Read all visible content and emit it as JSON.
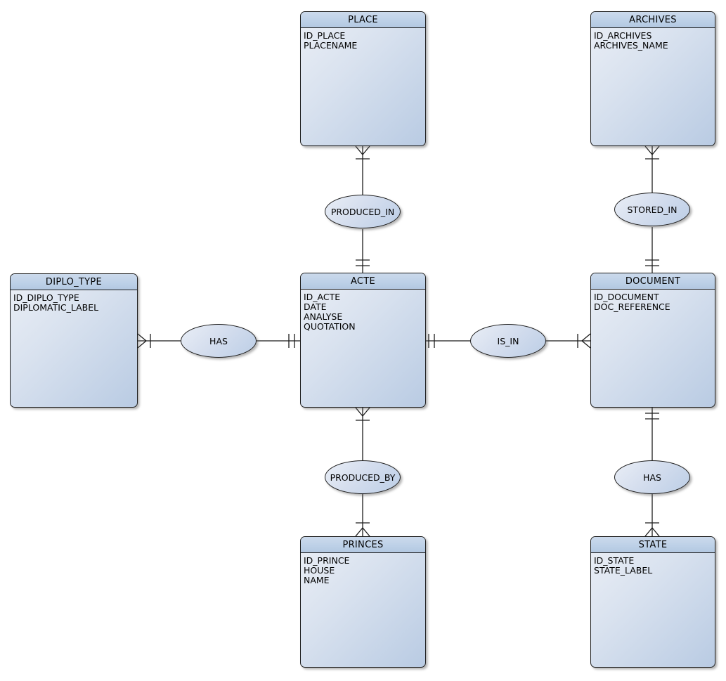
{
  "diagram": {
    "type": "entity-relationship",
    "background_color": "#ffffff",
    "colors": {
      "entity_header": "#bcd0e7",
      "entity_body_light": "#ebeff6",
      "entity_body_dark": "#b9cbe3",
      "shape_border": "#1c1c1c",
      "connector_line": "#1c1c1c",
      "text": "#000000"
    },
    "entities": [
      {
        "name": "PLACE",
        "attributes": [
          "ID_PLACE",
          "PLACENAME"
        ]
      },
      {
        "name": "ARCHIVES",
        "attributes": [
          "ID_ARCHIVES",
          "ARCHIVES_NAME"
        ]
      },
      {
        "name": "DIPLO_TYPE",
        "attributes": [
          "ID_DIPLO_TYPE",
          "DIPLOMATIC_LABEL"
        ]
      },
      {
        "name": "ACTE",
        "attributes": [
          "ID_ACTE",
          "DATE",
          "ANALYSE",
          "QUOTATION"
        ]
      },
      {
        "name": "DOCUMENT",
        "attributes": [
          "ID_DOCUMENT",
          "DOC_REFERENCE"
        ]
      },
      {
        "name": "PRINCES",
        "attributes": [
          "ID_PRINCE",
          "HOUSE",
          "NAME"
        ]
      },
      {
        "name": "STATE",
        "attributes": [
          "ID_STATE",
          "STATE_LABEL"
        ]
      }
    ],
    "relationships": [
      {
        "label": "PRODUCED_IN",
        "from": "PLACE",
        "to": "ACTE",
        "from_symbol": "crow-foot-with-tick",
        "to_symbol": "double-tick"
      },
      {
        "label": "STORED_IN",
        "from": "ARCHIVES",
        "to": "DOCUMENT",
        "from_symbol": "crow-foot-with-tick",
        "to_symbol": "double-tick"
      },
      {
        "label": "HAS",
        "from": "DIPLO_TYPE",
        "to": "ACTE",
        "from_symbol": "crow-foot-with-tick",
        "to_symbol": "double-tick"
      },
      {
        "label": "IS_IN",
        "from": "ACTE",
        "to": "DOCUMENT",
        "from_symbol": "double-tick",
        "to_symbol": "crow-foot-with-tick"
      },
      {
        "label": "PRODUCED_BY",
        "from": "ACTE",
        "to": "PRINCES",
        "from_symbol": "crow-foot-with-tick",
        "to_symbol": "crow-foot-with-tick"
      },
      {
        "label": "HAS",
        "from": "DOCUMENT",
        "to": "STATE",
        "from_symbol": "double-tick",
        "to_symbol": "crow-foot-with-tick"
      }
    ]
  }
}
